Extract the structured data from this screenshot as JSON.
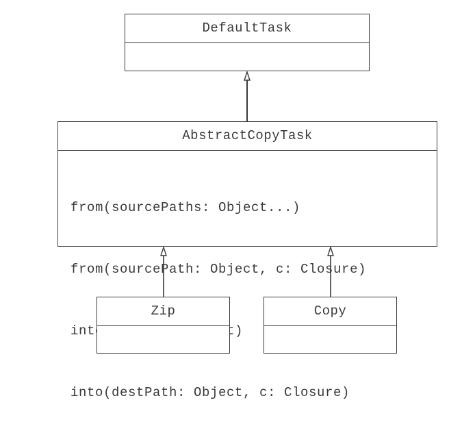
{
  "classes": {
    "default_task": {
      "name": "DefaultTask",
      "methods": []
    },
    "abstract_copy_task": {
      "name": "AbstractCopyTask",
      "methods": [
        "from(sourcePaths: Object...)",
        "from(sourcePath: Object, c: Closure)",
        "into(destDir: Object)",
        "into(destPath: Object, c: Closure)"
      ]
    },
    "zip": {
      "name": "Zip",
      "methods": []
    },
    "copy": {
      "name": "Copy",
      "methods": []
    }
  },
  "relations": [
    {
      "type": "inheritance",
      "from": "abstract_copy_task",
      "to": "default_task"
    },
    {
      "type": "inheritance",
      "from": "zip",
      "to": "abstract_copy_task"
    },
    {
      "type": "inheritance",
      "from": "copy",
      "to": "abstract_copy_task"
    }
  ],
  "colors": {
    "line": "#3a3a3a",
    "background": "#ffffff"
  }
}
